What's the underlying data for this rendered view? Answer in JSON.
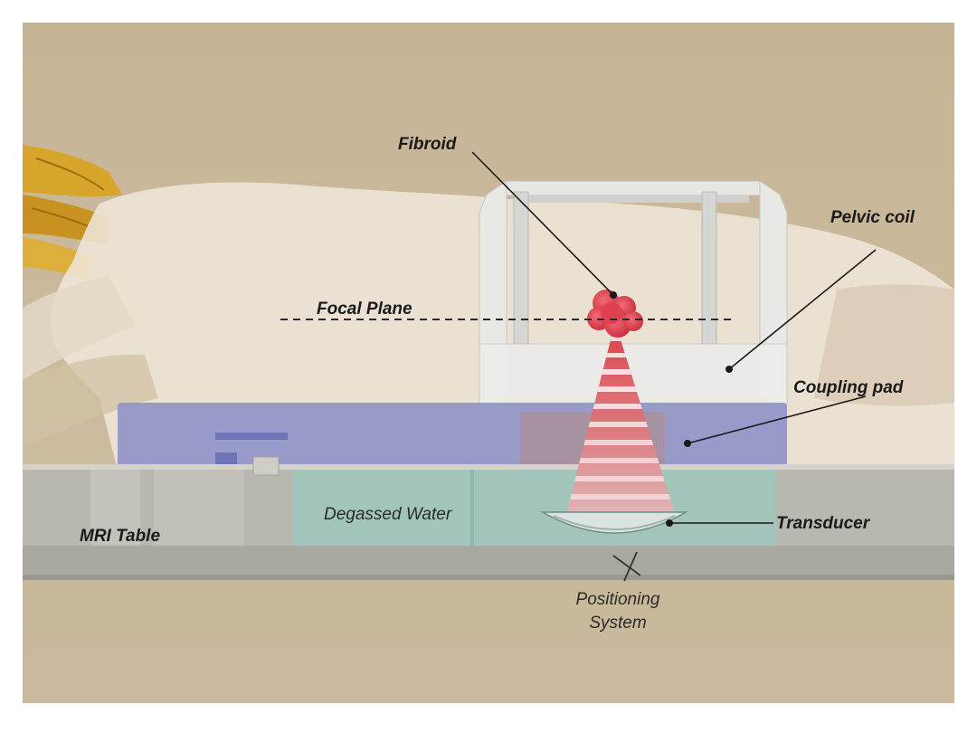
{
  "labels": {
    "fibroid": "Fibroid",
    "pelvic_coil": "Pelvic coil",
    "focal_plane": "Focal Plane",
    "coupling_pad": "Coupling pad",
    "degassed_water": "Degassed Water",
    "mri_table": "MRI Table",
    "transducer": "Transducer",
    "positioning_line1": "Positioning",
    "positioning_line2": "System"
  },
  "colors": {
    "background": "#c9b89a",
    "body": "#eee6da",
    "hair": "#d7a528",
    "water": "#9fc6bd",
    "pad": "#8f93c8",
    "table": "#b9b7b0",
    "coil": "#e9e9e6",
    "fibroid": "#e0414f",
    "beam": "#d82a36"
  }
}
